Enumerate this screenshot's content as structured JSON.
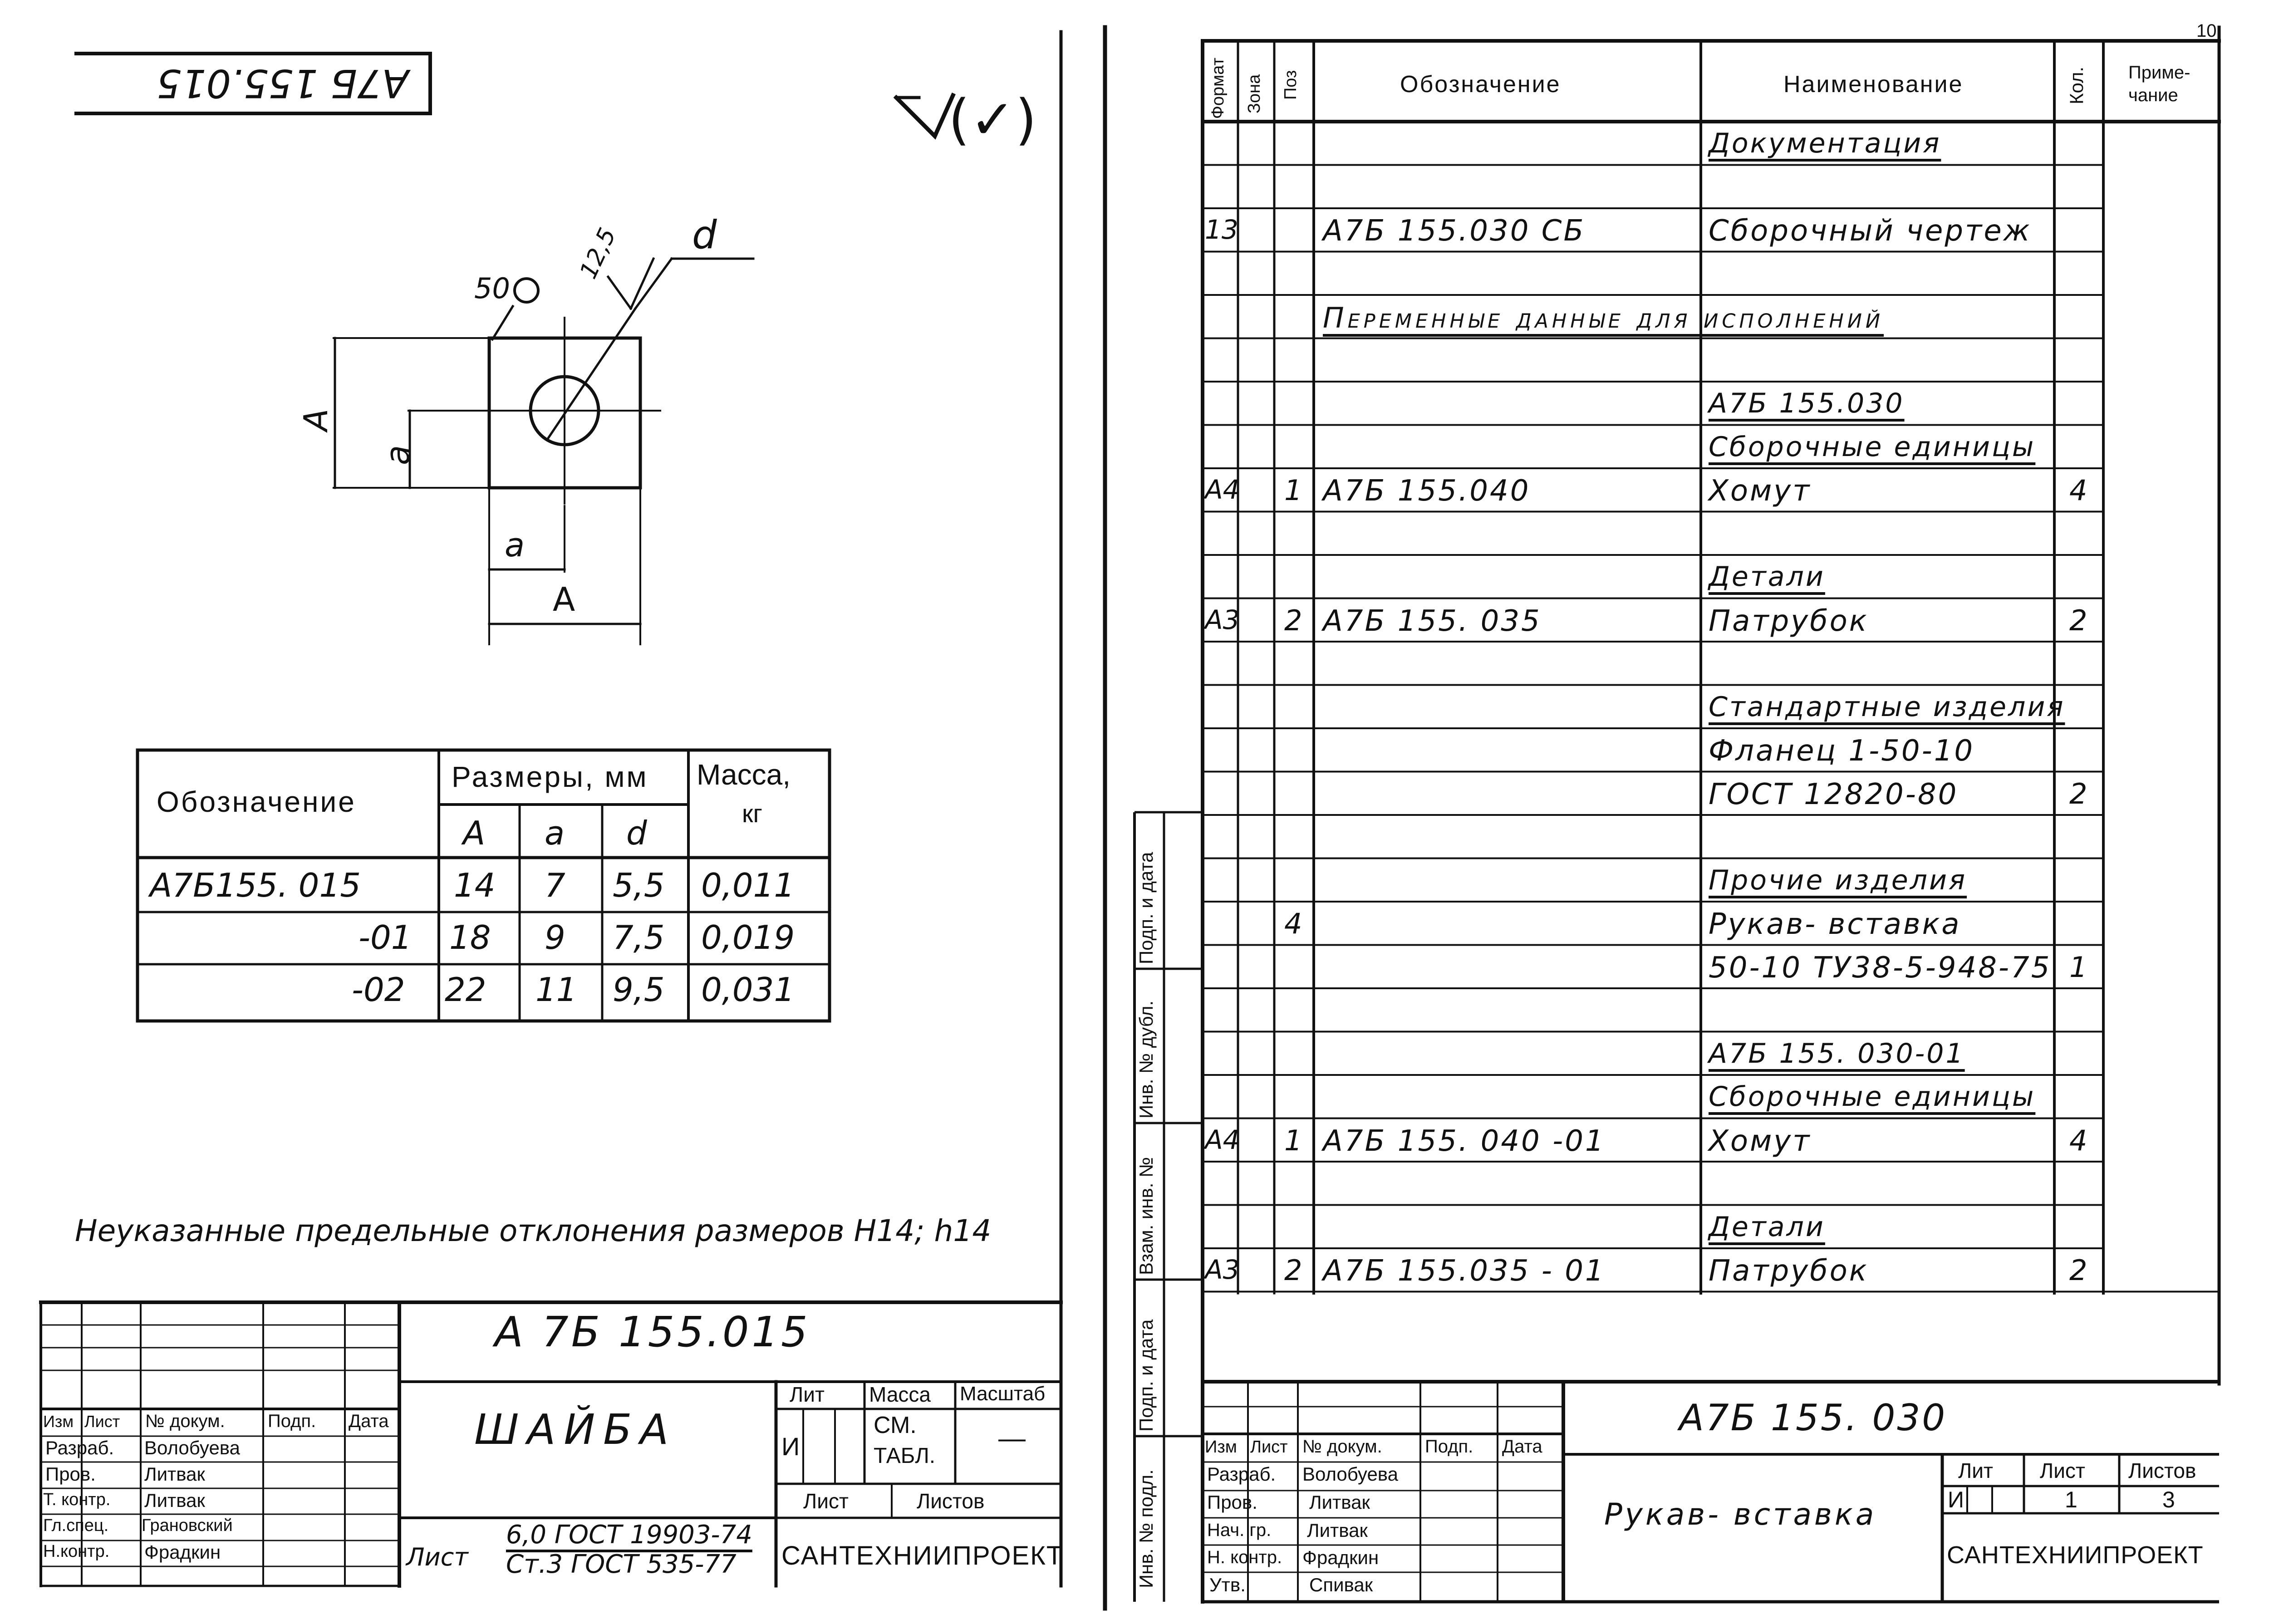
{
  "left_sheet": {
    "corner_code": "А7Б 155.015",
    "roughness_symbol": "(✓)",
    "drawing_labels": {
      "hole_label": "50",
      "roughness_value": "12,5",
      "diameter": "d",
      "height_a": "A",
      "height_inner": "a",
      "width_inner": "a",
      "width_a": "A"
    },
    "dims_table": {
      "header_designation": "Обозначение",
      "header_dims": "Размеры, мм",
      "header_mass_1": "Масса,",
      "header_mass_2": "кг",
      "col_A": "A",
      "col_a": "a",
      "col_d": "d",
      "rows": [
        {
          "designation": "А7Б155. 015",
          "A": "14",
          "a": "7",
          "d": "5,5",
          "mass": "0,011"
        },
        {
          "designation": "-01",
          "A": "18",
          "a": "9",
          "d": "7,5",
          "mass": "0,019"
        },
        {
          "designation": "-02",
          "A": "22",
          "a": "11",
          "d": "9,5",
          "mass": "0,031"
        }
      ]
    },
    "note": "Неуказанные предельные отклонения размеров H14; h14",
    "title_block": {
      "code": "А 7Б 155.015",
      "name": "ШАЙБА",
      "lit_header": "Лит",
      "mass_header": "Масса",
      "scale_header": "Масштаб",
      "lit_value": "И",
      "mass_value_1": "СМ.",
      "mass_value_2": "ТАБЛ.",
      "scale_value": "—",
      "sheet_header": "Лист",
      "sheets_header": "Листов",
      "material_prefix": "Лист",
      "material_1": "6,0 ГОСТ 19903-74",
      "material_2": "Ст.3 ГОСТ 535-77",
      "org": "САНТЕХНИИПРОЕКТ",
      "col_izm": "Изм",
      "col_list": "Лист",
      "col_dokum": "№ докум.",
      "col_podp": "Подп.",
      "col_data": "Дата",
      "roles": [
        {
          "role": "Разраб.",
          "name": "Волобуева"
        },
        {
          "role": "Пров.",
          "name": "Литвак"
        },
        {
          "role": "Т. контр.",
          "name": "Литвак"
        },
        {
          "role": "Гл.спец.",
          "name": "Грановский"
        },
        {
          "role": "Н.контр.",
          "name": "Фрадкин"
        }
      ]
    }
  },
  "right_sheet": {
    "page_number": "10",
    "headers": {
      "format": "Формат",
      "zone": "Зона",
      "pos": "Поз",
      "designation": "Обозначение",
      "name": "Наименование",
      "qty": "Кол.",
      "note_1": "Приме-",
      "note_2": "чание"
    },
    "rows": [
      {
        "format": "",
        "pos": "",
        "designation": "",
        "name": "Документация",
        "qty": "",
        "heading": true
      },
      {
        "format": "",
        "pos": "",
        "designation": "",
        "name": "",
        "qty": ""
      },
      {
        "format": "13",
        "pos": "",
        "designation": "А7Б 155.030 СБ",
        "name": "Сборочный чертеж",
        "qty": ""
      },
      {
        "format": "",
        "pos": "",
        "designation": "",
        "name": "",
        "qty": ""
      },
      {
        "format": "",
        "pos": "",
        "designation": "",
        "name": "",
        "qty": ""
      },
      {
        "format": "",
        "pos": "",
        "designation": "",
        "name": "",
        "qty": ""
      },
      {
        "format": "",
        "pos": "",
        "designation": "",
        "name": "А7Б 155.030",
        "qty": "",
        "heading": true
      },
      {
        "format": "",
        "pos": "",
        "designation": "",
        "name": "Сборочные единицы",
        "qty": "",
        "heading": true
      },
      {
        "format": "А4",
        "pos": "1",
        "designation": "А7Б 155.040",
        "name": "Хомут",
        "qty": "4"
      },
      {
        "format": "",
        "pos": "",
        "designation": "",
        "name": "",
        "qty": ""
      },
      {
        "format": "",
        "pos": "",
        "designation": "",
        "name": "Детали",
        "qty": "",
        "heading": true
      },
      {
        "format": "А3",
        "pos": "2",
        "designation": "А7Б 155. 035",
        "name": "Патрубок",
        "qty": "2"
      },
      {
        "format": "",
        "pos": "",
        "designation": "",
        "name": "",
        "qty": ""
      },
      {
        "format": "",
        "pos": "",
        "designation": "",
        "name": "Стандартные изделия",
        "qty": "",
        "heading": true
      },
      {
        "format": "",
        "pos": "",
        "designation": "",
        "name": "Фланец 1-50-10",
        "qty": ""
      },
      {
        "format": "",
        "pos": "",
        "designation": "",
        "name": "ГОСТ 12820-80",
        "qty": "2"
      },
      {
        "format": "",
        "pos": "",
        "designation": "",
        "name": "",
        "qty": ""
      },
      {
        "format": "",
        "pos": "",
        "designation": "",
        "name": "Прочие изделия",
        "qty": "",
        "heading": true
      },
      {
        "format": "",
        "pos": "4",
        "designation": "",
        "name": "Рукав- вставка",
        "qty": ""
      },
      {
        "format": "",
        "pos": "",
        "designation": "",
        "name": "50-10 ТУ38-5-948-75",
        "qty": "1"
      },
      {
        "format": "",
        "pos": "",
        "designation": "",
        "name": "",
        "qty": ""
      },
      {
        "format": "",
        "pos": "",
        "designation": "",
        "name": "А7Б 155. 030-01",
        "qty": "",
        "heading": true
      },
      {
        "format": "",
        "pos": "",
        "designation": "",
        "name": "Сборочные единицы",
        "qty": "",
        "heading": true
      },
      {
        "format": "А4",
        "pos": "1",
        "designation": "А7Б 155. 040 -01",
        "name": "Хомут",
        "qty": "4"
      },
      {
        "format": "",
        "pos": "",
        "designation": "",
        "name": "",
        "qty": ""
      },
      {
        "format": "",
        "pos": "",
        "designation": "",
        "name": "Детали",
        "qty": "",
        "heading": true
      },
      {
        "format": "А3",
        "pos": "2",
        "designation": "А7Б 155.035 - 01",
        "name": "Патрубок",
        "qty": "2"
      }
    ],
    "wide_heading": "Переменные данные для исполнений",
    "side_labels": [
      "Подп. и дата",
      "Инв. № дубл.",
      "Взам. инв. №",
      "Подп. и дата",
      "Инв. № подл."
    ],
    "title_block": {
      "code": "А7Б 155. 030",
      "name": "Рукав- вставка",
      "lit_header": "Лит",
      "sheet_header": "Лист",
      "sheets_header": "Листов",
      "lit_value": "И",
      "sheet_value": "1",
      "sheets_value": "3",
      "org": "САНТЕХНИИПРОЕКТ",
      "col_izm": "Изм",
      "col_list": "Лист",
      "col_dokum": "№ докум.",
      "col_podp": "Подп.",
      "col_data": "Дата",
      "roles": [
        {
          "role": "Разраб.",
          "name": "Волобуева"
        },
        {
          "role": "Пров.",
          "name": "Литвак"
        },
        {
          "role": "Нач. гр.",
          "name": "Литвак"
        },
        {
          "role": "Н. контр.",
          "name": "Фрадкин"
        },
        {
          "role": "Утв.",
          "name": "Спивак"
        }
      ]
    }
  }
}
